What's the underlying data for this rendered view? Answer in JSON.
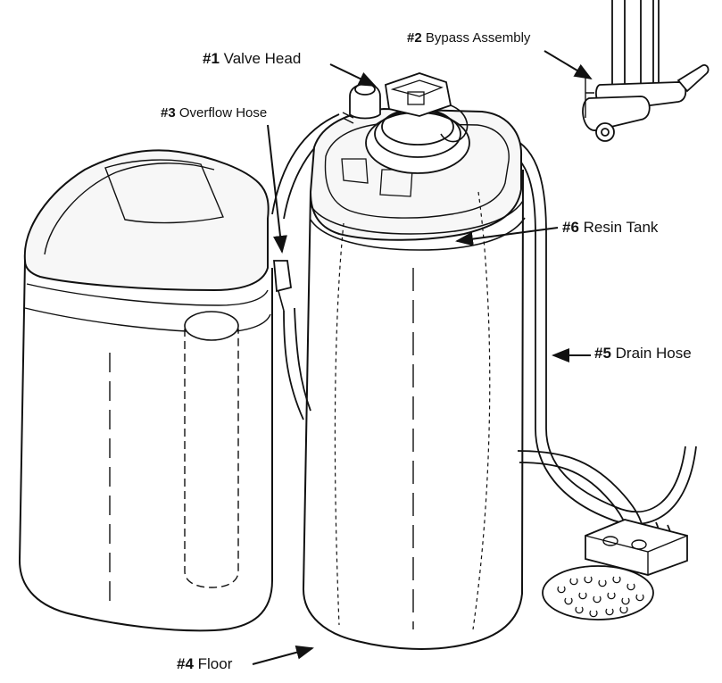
{
  "labels": {
    "valve_head": {
      "number": "#1",
      "text": " Valve Head"
    },
    "bypass_assembly": {
      "number": "#2",
      "text": " Bypass Assembly"
    },
    "overflow_hose": {
      "number": "#3",
      "text": " Overflow Hose"
    },
    "floor": {
      "number": "#4",
      "text": " Floor"
    },
    "drain_hose": {
      "number": "#5",
      "text": " Drain Hose"
    },
    "resin_tank": {
      "number": "#6",
      "text": " Resin Tank"
    }
  },
  "colors": {
    "line": "#111111",
    "background": "#ffffff",
    "light_fill": "#f4f4f4"
  }
}
